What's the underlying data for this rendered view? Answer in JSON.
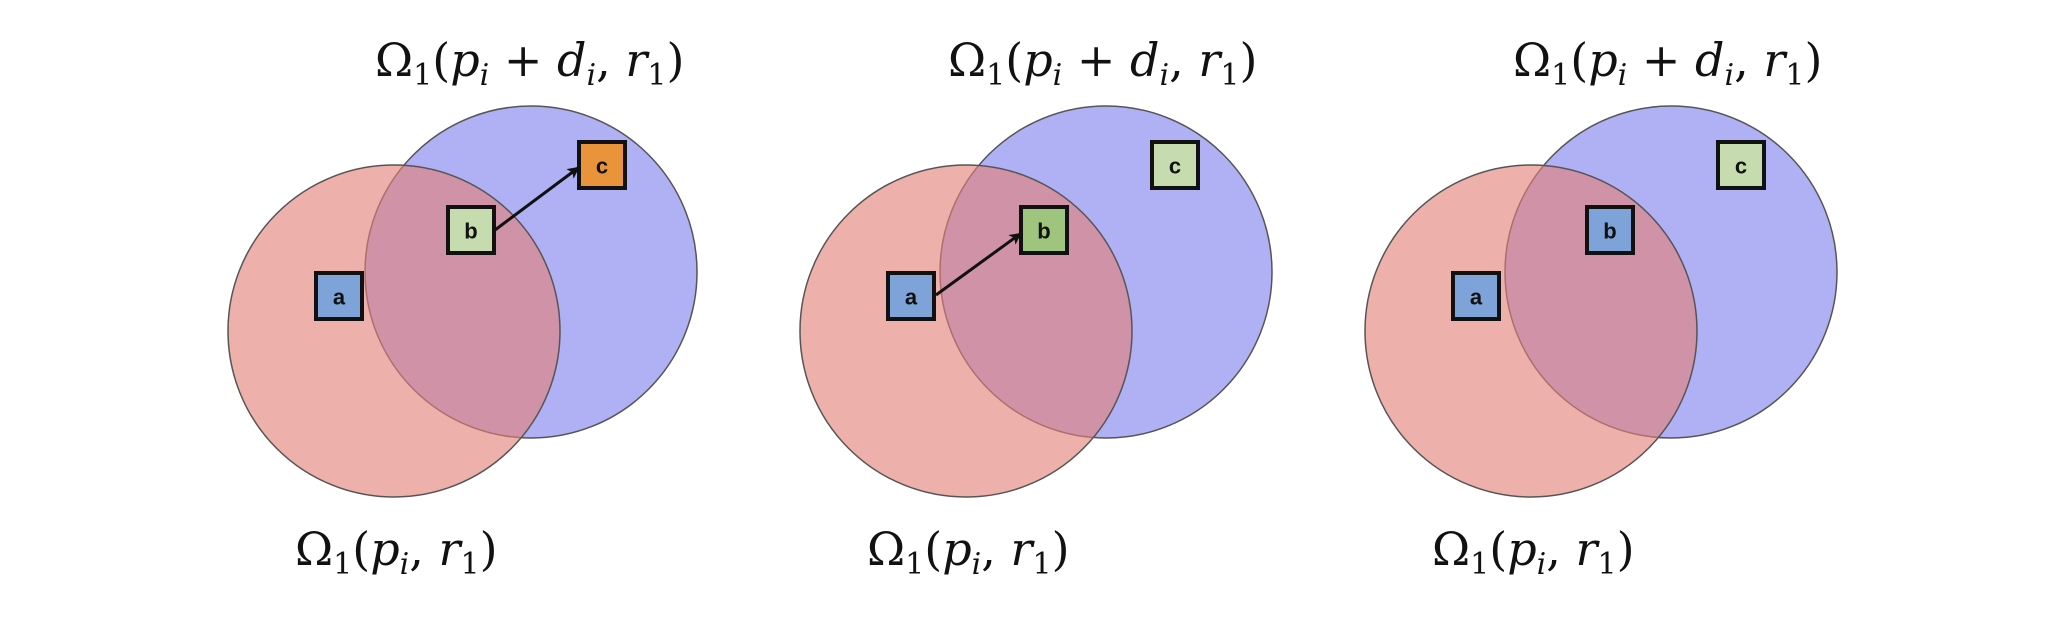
{
  "panels": [
    {
      "top_label": {
        "omega": "Ω",
        "one": "1",
        "lp": "(",
        "p": "p",
        "i1": "i",
        "plus": " + ",
        "d": "d",
        "i2": "i",
        "comma1": ", ",
        "r": "r",
        "one2": "1",
        "rp": ")"
      },
      "bottom_label": {
        "omega": "Ω",
        "one": "1",
        "lp": "(",
        "p": "p",
        "i1": "i",
        "comma1": ", ",
        "r": "r",
        "one2": "1",
        "rp": ")"
      },
      "nodes": [
        {
          "label": "a",
          "color": "#7ea3d9"
        },
        {
          "label": "b",
          "color": "#c6dcae"
        },
        {
          "label": "c",
          "color": "#e9943b"
        }
      ],
      "arrow": "b-to-c"
    },
    {
      "top_label": {
        "omega": "Ω",
        "one": "1",
        "lp": "(",
        "p": "p",
        "i1": "i",
        "plus": " + ",
        "d": "d",
        "i2": "i",
        "comma1": ", ",
        "r": "r",
        "one2": "1",
        "rp": ")"
      },
      "bottom_label": {
        "omega": "Ω",
        "one": "1",
        "lp": "(",
        "p": "p",
        "i1": "i",
        "comma1": ", ",
        "r": "r",
        "one2": "1",
        "rp": ")"
      },
      "nodes": [
        {
          "label": "a",
          "color": "#7ea3d9"
        },
        {
          "label": "b",
          "color": "#9fc47d"
        },
        {
          "label": "c",
          "color": "#c6dcae"
        }
      ],
      "arrow": "a-to-b"
    },
    {
      "top_label": {
        "omega": "Ω",
        "one": "1",
        "lp": "(",
        "p": "p",
        "i1": "i",
        "plus": " + ",
        "d": "d",
        "i2": "i",
        "comma1": ", ",
        "r": "r",
        "one2": "1",
        "rp": ")"
      },
      "bottom_label": {
        "omega": "Ω",
        "one": "1",
        "lp": "(",
        "p": "p",
        "i1": "i",
        "comma1": ", ",
        "r": "r",
        "one2": "1",
        "rp": ")"
      },
      "nodes": [
        {
          "label": "a",
          "color": "#7ea3d9"
        },
        {
          "label": "b",
          "color": "#7ea3d9"
        },
        {
          "label": "c",
          "color": "#c6dcae"
        }
      ],
      "arrow": ""
    }
  ]
}
